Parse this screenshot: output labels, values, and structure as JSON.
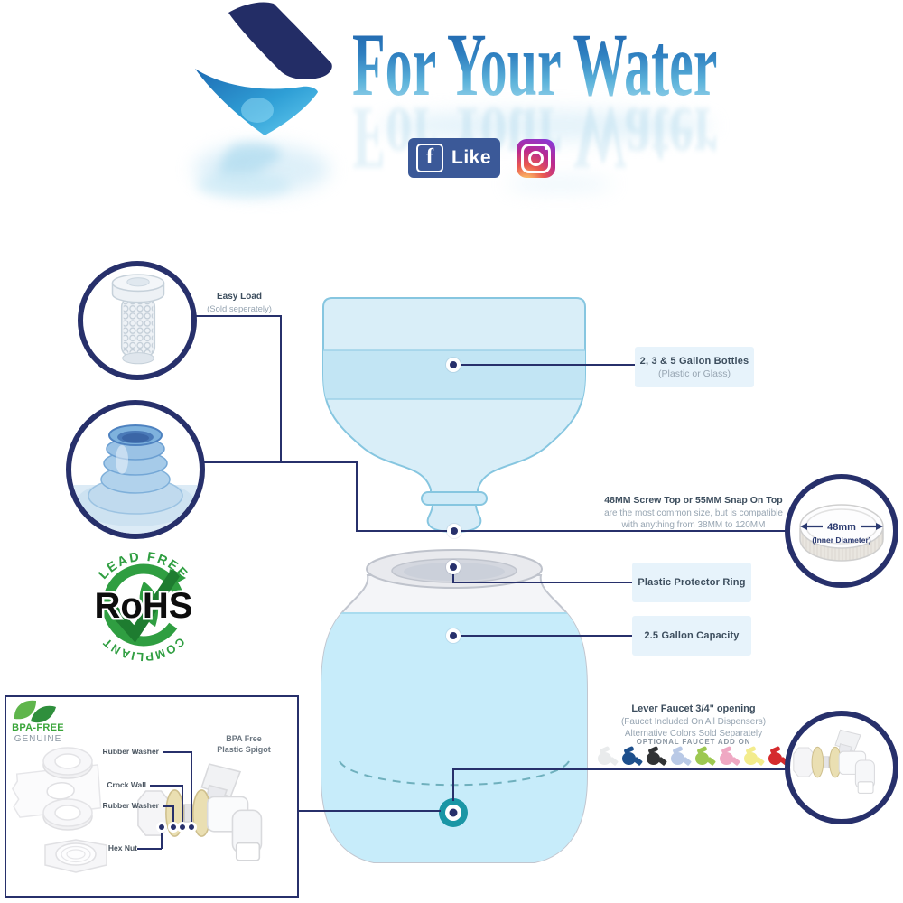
{
  "header": {
    "brand_title": "For Your Water",
    "facebook_f": "f",
    "facebook_like_label": "Like"
  },
  "callouts": {
    "easy_load_title": "Easy Load",
    "easy_load_subtitle": "(Sold seperately)",
    "bottles_title": "2, 3 & 5 Gallon Bottles",
    "bottles_subtitle": "(Plastic or Glass)",
    "screw_top_line1": "48MM Screw Top or 55MM Snap On Top",
    "screw_top_line2": "are the most common size, but is compatible",
    "screw_top_line3": "with anything from 38MM to 120MM",
    "cap_size": "48mm",
    "cap_label": "(Inner Diameter)",
    "protector_ring_label": "Plastic Protector Ring",
    "capacity_label": "2.5 Gallon Capacity",
    "faucet_line1": "Lever Faucet 3/4\" opening",
    "faucet_line2": "(Faucet Included On All Dispensers)",
    "faucet_line3": "Alternative Colors Sold Separately",
    "faucet_options_header": "OPTIONAL FAUCET ADD ON",
    "faucet_colors": [
      {
        "name": "white",
        "hex": "#e9ebec"
      },
      {
        "name": "navy-blue",
        "hex": "#1d4f8c"
      },
      {
        "name": "black",
        "hex": "#313335"
      },
      {
        "name": "light-blue",
        "hex": "#b9c9e6"
      },
      {
        "name": "green",
        "hex": "#9dc851"
      },
      {
        "name": "pink",
        "hex": "#efa8c3"
      },
      {
        "name": "yellow",
        "hex": "#f3ec8d"
      },
      {
        "name": "red",
        "hex": "#d52a2d"
      }
    ]
  },
  "rohs_badge": {
    "arc_top": "LEAD FREE",
    "center": "RoHS",
    "arc_bottom": "COMPLIANT"
  },
  "spigot_box": {
    "badge_title": "BPA-FREE",
    "badge_subtitle": "GENUINE",
    "title_line1": "BPA Free",
    "title_line2": "Plastic Spigot",
    "part_labels": [
      "Rubber Washer",
      "Crock Wall",
      "Rubber Washer",
      "Hex Nut"
    ]
  },
  "theme": {
    "navy": "#27306b",
    "label_bg": "#e7f3fb",
    "teal_faucet_hole": "#1a96a5",
    "rohs_green": "#2f9e41",
    "facebook_blue": "#3b5998",
    "bpa_green": "#3aa53a",
    "bottle_water": "#c2e5f4",
    "crock_water": "#c7ecfa"
  }
}
